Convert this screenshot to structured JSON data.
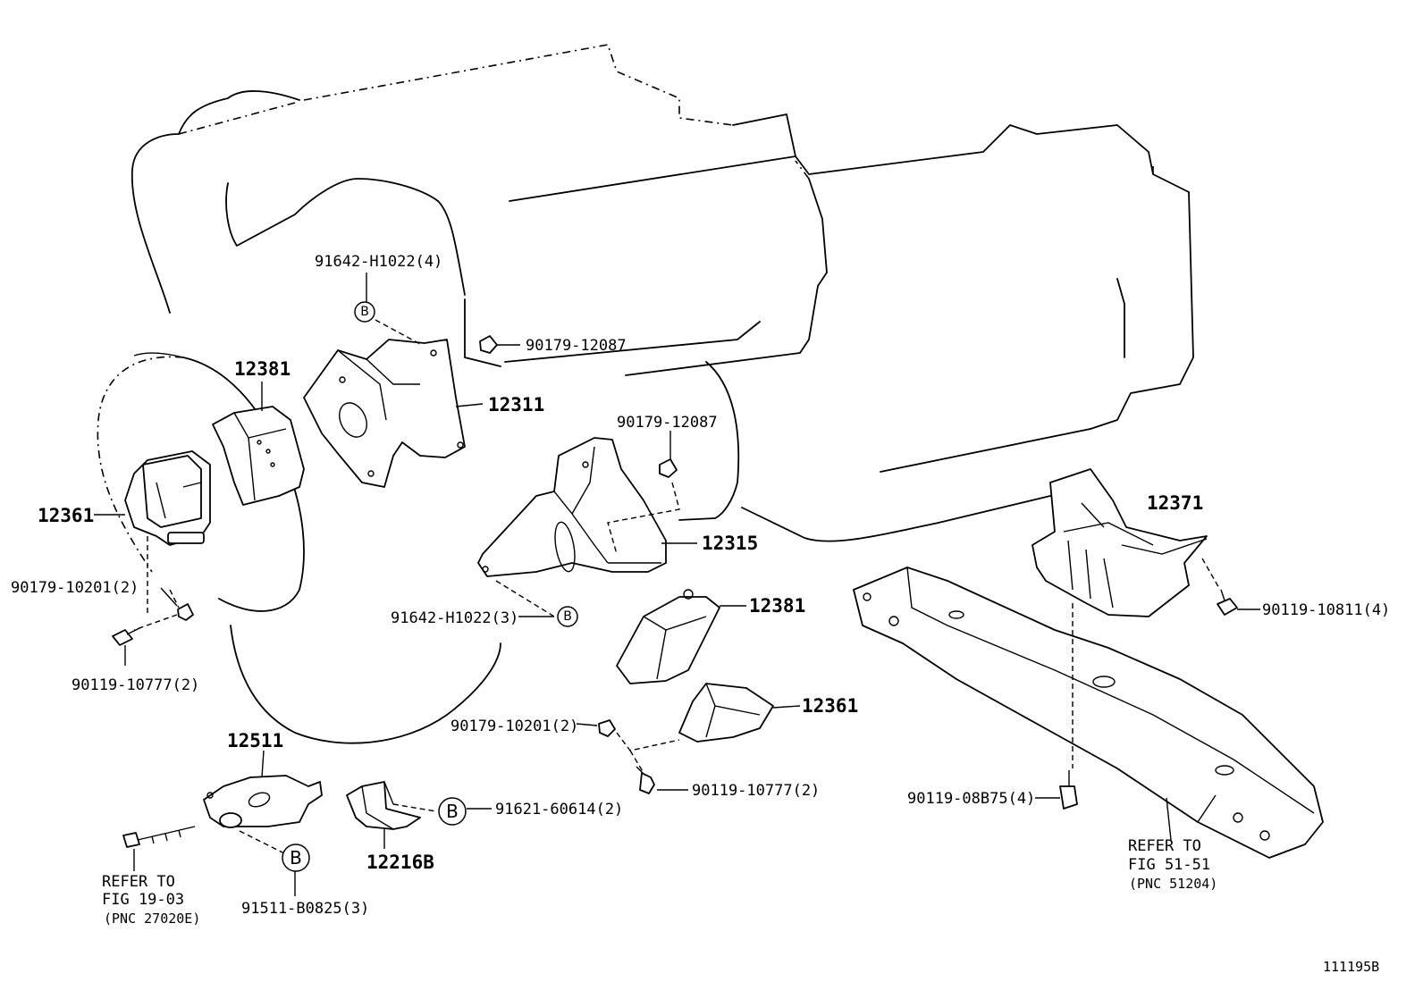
{
  "labels": {
    "p91642_top": "91642-H1022(4)",
    "p90179_12087_a": "90179-12087",
    "p12381_left": "12381",
    "p12311": "12311",
    "p90179_12087_b": "90179-12087",
    "p12361_left": "12361",
    "p12315": "12315",
    "p12371": "12371",
    "p90179_10201_left": "90179-10201(2)",
    "p90119_10811": "90119-10811(4)",
    "p91642_bot": "91642-H1022(3)",
    "p12381_right": "12381",
    "p90119_10777_left": "90119-10777(2)",
    "p12361_right": "12361",
    "p90179_10201_right": "90179-10201(2)",
    "p12511": "12511",
    "p91621": "91621-60614(2)",
    "p90119_10777_right": "90119-10777(2)",
    "p90119_08b75": "90119-08B75(4)",
    "p12216b": "12216B",
    "p91511": "91511-B0825(3)",
    "refer_left_1": "REFER TO",
    "refer_left_2": "FIG 19-03",
    "refer_left_3": "(PNC 27020E)",
    "refer_right_1": "REFER TO",
    "refer_right_2": "FIG 51-51",
    "refer_right_3": "(PNC 51204)",
    "figure_id": "111195B"
  },
  "callout_letter": "B",
  "icons": [
    "callout-b-icon",
    "bolt-icon",
    "nut-icon"
  ]
}
